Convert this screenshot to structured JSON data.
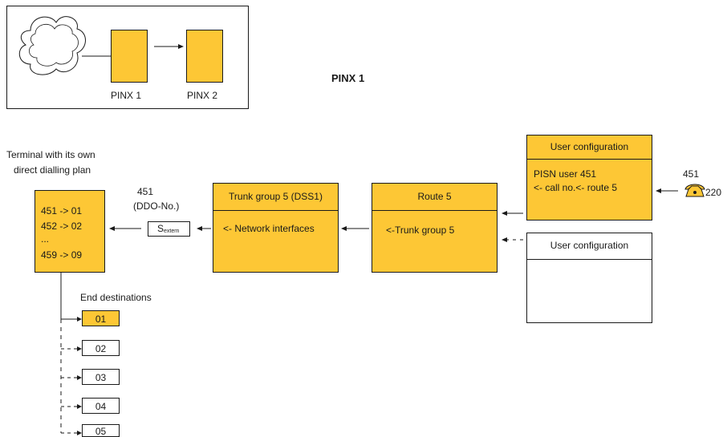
{
  "overview": {
    "pinx1_label": "PINX 1",
    "pinx2_label": "PINX 2"
  },
  "title": "PINX 1",
  "terminal": {
    "caption_line1": "Terminal with its own",
    "caption_line2": "direct dialling plan",
    "lines": [
      "451 -> 01",
      "452 -> 02",
      "...",
      "459 -> 09"
    ]
  },
  "ddo": {
    "number": "451",
    "label": "(DDO-No.)",
    "s_main": "S",
    "s_sub": "extern"
  },
  "trunk_group": {
    "header": "Trunk group 5 (DSS1)",
    "body": "<- Network interfaces"
  },
  "route": {
    "header": "Route 5",
    "body": "<-Trunk group 5"
  },
  "user_config_1": {
    "header": "User configuration",
    "line1": "PISN user 451",
    "line2": "<- call no.<- route 5"
  },
  "user_config_2": {
    "header": "User configuration"
  },
  "phone": {
    "number_top": "451",
    "number_side": "220",
    "icon": "telephone-icon"
  },
  "end_destinations": {
    "title": "End destinations",
    "items": [
      "01",
      "02",
      "03",
      "04",
      "05"
    ]
  },
  "colors": {
    "accent_yellow": "#FDC735",
    "line": "#1a1a1a"
  }
}
